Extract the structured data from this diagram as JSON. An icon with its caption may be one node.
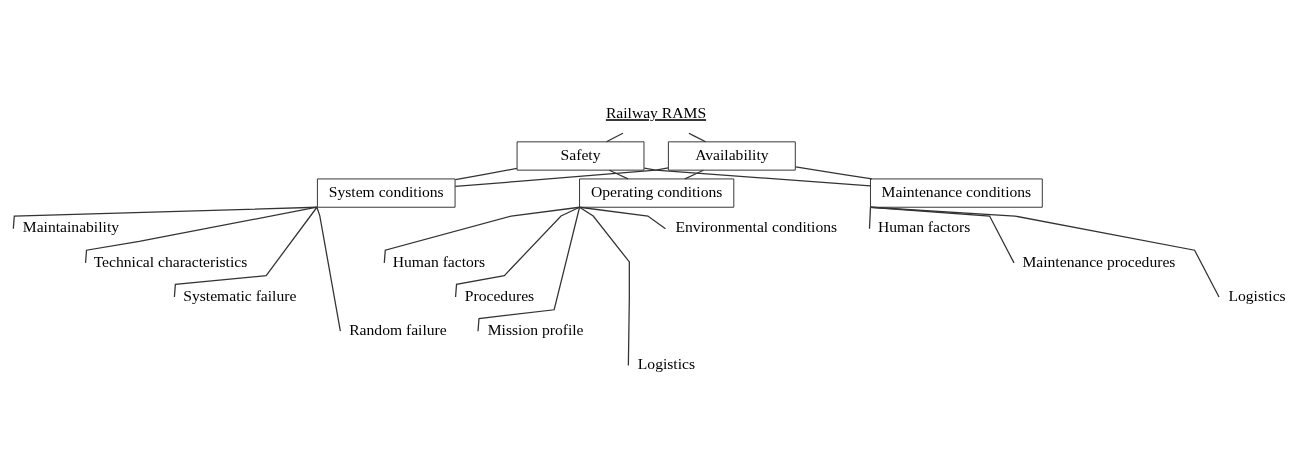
{
  "diagram": {
    "nodes": [
      {
        "text": [
          "Railway RAMS"
        ]
      },
      {
        "text": [
          "Safety"
        ]
      },
      {
        "text": [
          "Availability"
        ]
      },
      {
        "text": [
          "System conditions"
        ]
      },
      {
        "text": [
          "Operating conditions"
        ]
      },
      {
        "text": [
          "Maintenance conditions"
        ]
      },
      {
        "text": [
          "Maintainability"
        ]
      },
      {
        "text": [
          "Technical characteristics"
        ]
      },
      {
        "text": [
          "Systematic failure"
        ]
      },
      {
        "text": [
          "Random failure"
        ]
      },
      {
        "text": [
          "Environmental conditions"
        ]
      },
      {
        "text": [
          "Human factors"
        ]
      },
      {
        "text": [
          "Procedures"
        ]
      },
      {
        "text": [
          "Mission profile"
        ]
      },
      {
        "text": [
          "Logistics"
        ]
      },
      {
        "text": [
          "Human factors"
        ]
      },
      {
        "text": [
          "Maintenance procedures"
        ]
      },
      {
        "text": [
          "Logistics"
        ]
      }
    ],
    "edges": [
      {
        "from": 0,
        "to": 1,
        "arrow": "none"
      },
      {
        "from": 0,
        "to": 2,
        "arrow": "none"
      },
      {
        "from": 1,
        "to": 3,
        "arrow": "none"
      },
      {
        "from": 1,
        "to": 4,
        "arrow": "none"
      },
      {
        "from": 1,
        "to": 5,
        "arrow": "none"
      },
      {
        "from": 2,
        "to": 3,
        "arrow": "none"
      },
      {
        "from": 2,
        "to": 4,
        "arrow": "none"
      },
      {
        "from": 2,
        "to": 5,
        "arrow": "none"
      },
      {
        "from": 3,
        "to": 6,
        "arrow": "none"
      },
      {
        "from": 3,
        "to": 7,
        "arrow": "none"
      },
      {
        "from": 3,
        "to": 8,
        "arrow": "none"
      },
      {
        "from": 3,
        "to": 9,
        "arrow": "none"
      },
      {
        "from": 4,
        "to": 10,
        "arrow": "none"
      },
      {
        "from": 4,
        "to": 11,
        "arrow": "none"
      },
      {
        "from": 4,
        "to": 12,
        "arrow": "none"
      },
      {
        "from": 4,
        "to": 13,
        "arrow": "none"
      },
      {
        "from": 4,
        "to": 14,
        "arrow": "none"
      },
      {
        "from": 5,
        "to": 15,
        "arrow": "none"
      },
      {
        "from": 5,
        "to": 16,
        "arrow": "none"
      },
      {
        "from": 5,
        "to": 17,
        "arrow": "none"
      }
    ]
  }
}
